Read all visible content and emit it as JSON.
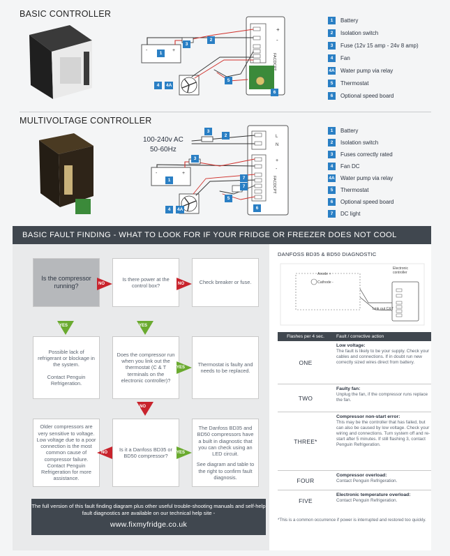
{
  "basic": {
    "title": "BASIC CONTROLLER",
    "legend": [
      {
        "id": "1",
        "label": "Battery"
      },
      {
        "id": "2",
        "label": "Isolation switch"
      },
      {
        "id": "3",
        "label": "Fuse (12v 15 amp - 24v 8 amp)"
      },
      {
        "id": "4",
        "label": "Fan"
      },
      {
        "id": "4A",
        "label": "Water pump via relay"
      },
      {
        "id": "5",
        "label": "Thermostat"
      },
      {
        "id": "6",
        "label": "Optional speed board"
      }
    ],
    "diagram": {
      "plus": "+",
      "minus": "-",
      "terminals": "FACDCPT",
      "tags": [
        "1",
        "2",
        "3",
        "4",
        "4A",
        "5",
        "6"
      ]
    }
  },
  "multi": {
    "title": "MULTIVOLTAGE CONTROLLER",
    "ac_line1": "100-240v AC",
    "ac_line2": "50-60Hz",
    "legend": [
      {
        "id": "1",
        "label": "Battery"
      },
      {
        "id": "2",
        "label": "Isolation switch"
      },
      {
        "id": "3",
        "label": "Fuses correctly rated"
      },
      {
        "id": "4",
        "label": "Fan DC"
      },
      {
        "id": "4A",
        "label": "Water pump via relay"
      },
      {
        "id": "5",
        "label": "Thermostat"
      },
      {
        "id": "6",
        "label": "Optional speed board"
      },
      {
        "id": "7",
        "label": "DC light"
      }
    ],
    "diagram": {
      "l": "L",
      "n": "N",
      "plus": "+",
      "minus": "-",
      "terminals": "FACDCPT",
      "tags": [
        "1",
        "2",
        "3",
        "3",
        "4",
        "4A",
        "5",
        "6",
        "7",
        "7"
      ]
    }
  },
  "fault": {
    "header": "BASIC FAULT FINDING - WHAT TO LOOK FOR IF YOUR FRIDGE OR FREEZER DOES NOT COOL",
    "q1": "Is the compressor running?",
    "q2": "Is there power at the control box?",
    "a_breaker": "Check breaker or fuse.",
    "a_refrigerant": "Possible lack of refrigerant or blockage in the system.",
    "a_refrigerant2": "Contact Penguin Refrigeration.",
    "q3": "Does the compressor run when you link out the thermostat (C & T terminals on the electronic controller)?",
    "a_thermostat": "Thermostat is faulty and needs to be replaced.",
    "a_older": "Older compressors are very sensitive to voltage. Low voltage due to a poor connection is the most common cause of compressor failure. Contact Penguin Refrigeration for more assistance.",
    "q4": "Is it a Danfoss BD35 or BD50 compressor?",
    "a_danfoss": "The Danfoss BD35 and BD50 compressors have a built in diagnostic that you can check using an LED circuit.",
    "a_danfoss2": "See diagram and table to the right to confirm fault diagnosis.",
    "no": "NO",
    "yes": "YES",
    "footer_text": "The full version of this fault finding diagram plus other useful trouble-shooting manuals and self-help fault diagnostics are available on our technical help site -",
    "footer_url": "www.fixmyfridge.co.uk"
  },
  "diagnostic": {
    "title": "DANFOSS BD35 & BD50 DIAGNOSTIC",
    "anode": "Anode +",
    "cathode": "Cathode -",
    "controller": "Electronic controller",
    "link_out": "Link out C&T",
    "table_head": [
      "Flashes per 4 sec.",
      "Fault / corrective action"
    ],
    "rows": [
      {
        "flashes": "ONE",
        "title": "Low voltage:",
        "text": "The fault is likely to be your supply. Check your cables and connections. If in doubt run new correctly sized wires direct from battery."
      },
      {
        "flashes": "TWO",
        "title": "Faulty fan:",
        "text": "Unplug the fan, if the compressor runs replace the fan."
      },
      {
        "flashes": "THREE*",
        "title": "Compressor non-start error:",
        "text": "This may be the controller that has failed, but can also be caused by low voltage. Check your wiring and connections. Turn system off and re-start after 5 minutes. If still flashing 3, contact Penguin Refrigeration."
      },
      {
        "flashes": "FOUR",
        "title": "Compressor overload:",
        "text": "Contact Penguin Refrigeration."
      },
      {
        "flashes": "FIVE",
        "title": "Electronic temperature overload:",
        "text": "Contact Penguin Refrigeration."
      }
    ],
    "footnote": "*This is a common occurrence if power is interrupted and restored too quickly."
  },
  "colors": {
    "accent": "#2a7fc4",
    "no": "#c8232c",
    "yes": "#6aaa2f",
    "header": "#40474f"
  }
}
